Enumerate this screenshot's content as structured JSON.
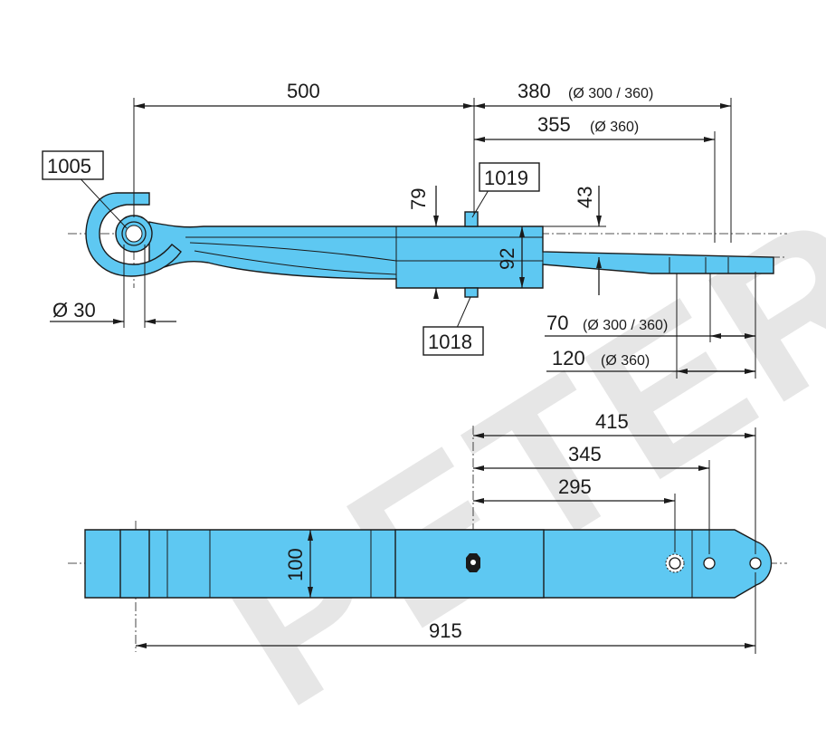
{
  "colors": {
    "part_fill": "#5ec8f2",
    "line": "#1a1a1a",
    "watermark": "#c8c8c8"
  },
  "watermark": "PETERS",
  "side_view": {
    "dims": {
      "d500": "500",
      "d380": "380",
      "d380_note": "(Ø 300 / 360)",
      "d355": "355",
      "d355_note": "(Ø 360)",
      "d79": "79",
      "d43": "43",
      "d92": "92",
      "d_eye": "Ø 30",
      "d70": "70",
      "d70_note": "(Ø 300 / 360)",
      "d120": "120",
      "d120_note": "(Ø 360)"
    },
    "parts": {
      "p1005": "1005",
      "p1019": "1019",
      "p1018": "1018"
    }
  },
  "top_view": {
    "dims": {
      "d415": "415",
      "d345": "345",
      "d295": "295",
      "d100": "100",
      "d915": "915"
    }
  }
}
